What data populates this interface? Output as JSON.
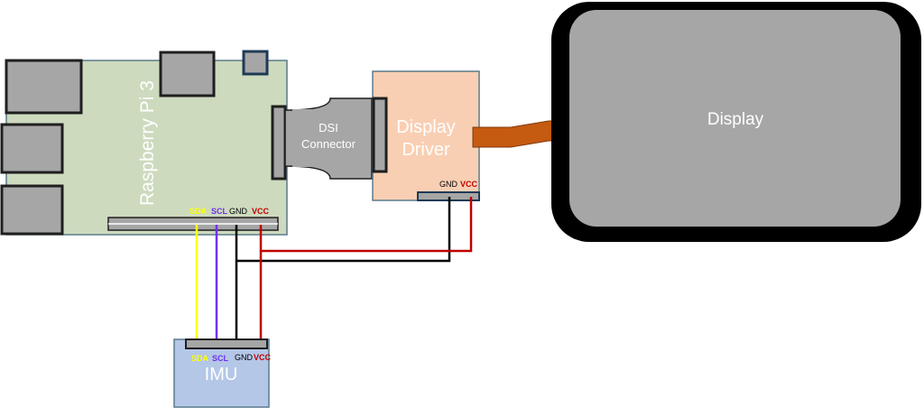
{
  "raspberry_pi": {
    "label": "Raspberry Pi 3",
    "pins": {
      "sda": "SDA",
      "scl": "SCL",
      "gnd": "GND",
      "vcc": "VCC"
    }
  },
  "dsi_connector": {
    "line1": "DSI",
    "line2": "Connector"
  },
  "display_driver": {
    "line1": "Display",
    "line2": "Driver",
    "pins": {
      "gnd": "GND",
      "vcc": "VCC"
    }
  },
  "display": {
    "label": "Display"
  },
  "imu": {
    "label": "IMU",
    "pins": {
      "sda": "SDA",
      "scl": "SCL",
      "gnd": "GND",
      "vcc": "VCC"
    }
  },
  "colors": {
    "board_green": "#cddabe",
    "driver_peach": "#f9cfb3",
    "imu_blue": "#b4c7e7",
    "display_grey": "#a6a6a6",
    "sda_wire": "#ffff00",
    "scl_wire": "#7030f0",
    "gnd_wire": "#000000",
    "vcc_wire": "#c00000",
    "ribbon_orange": "#c55a11"
  }
}
